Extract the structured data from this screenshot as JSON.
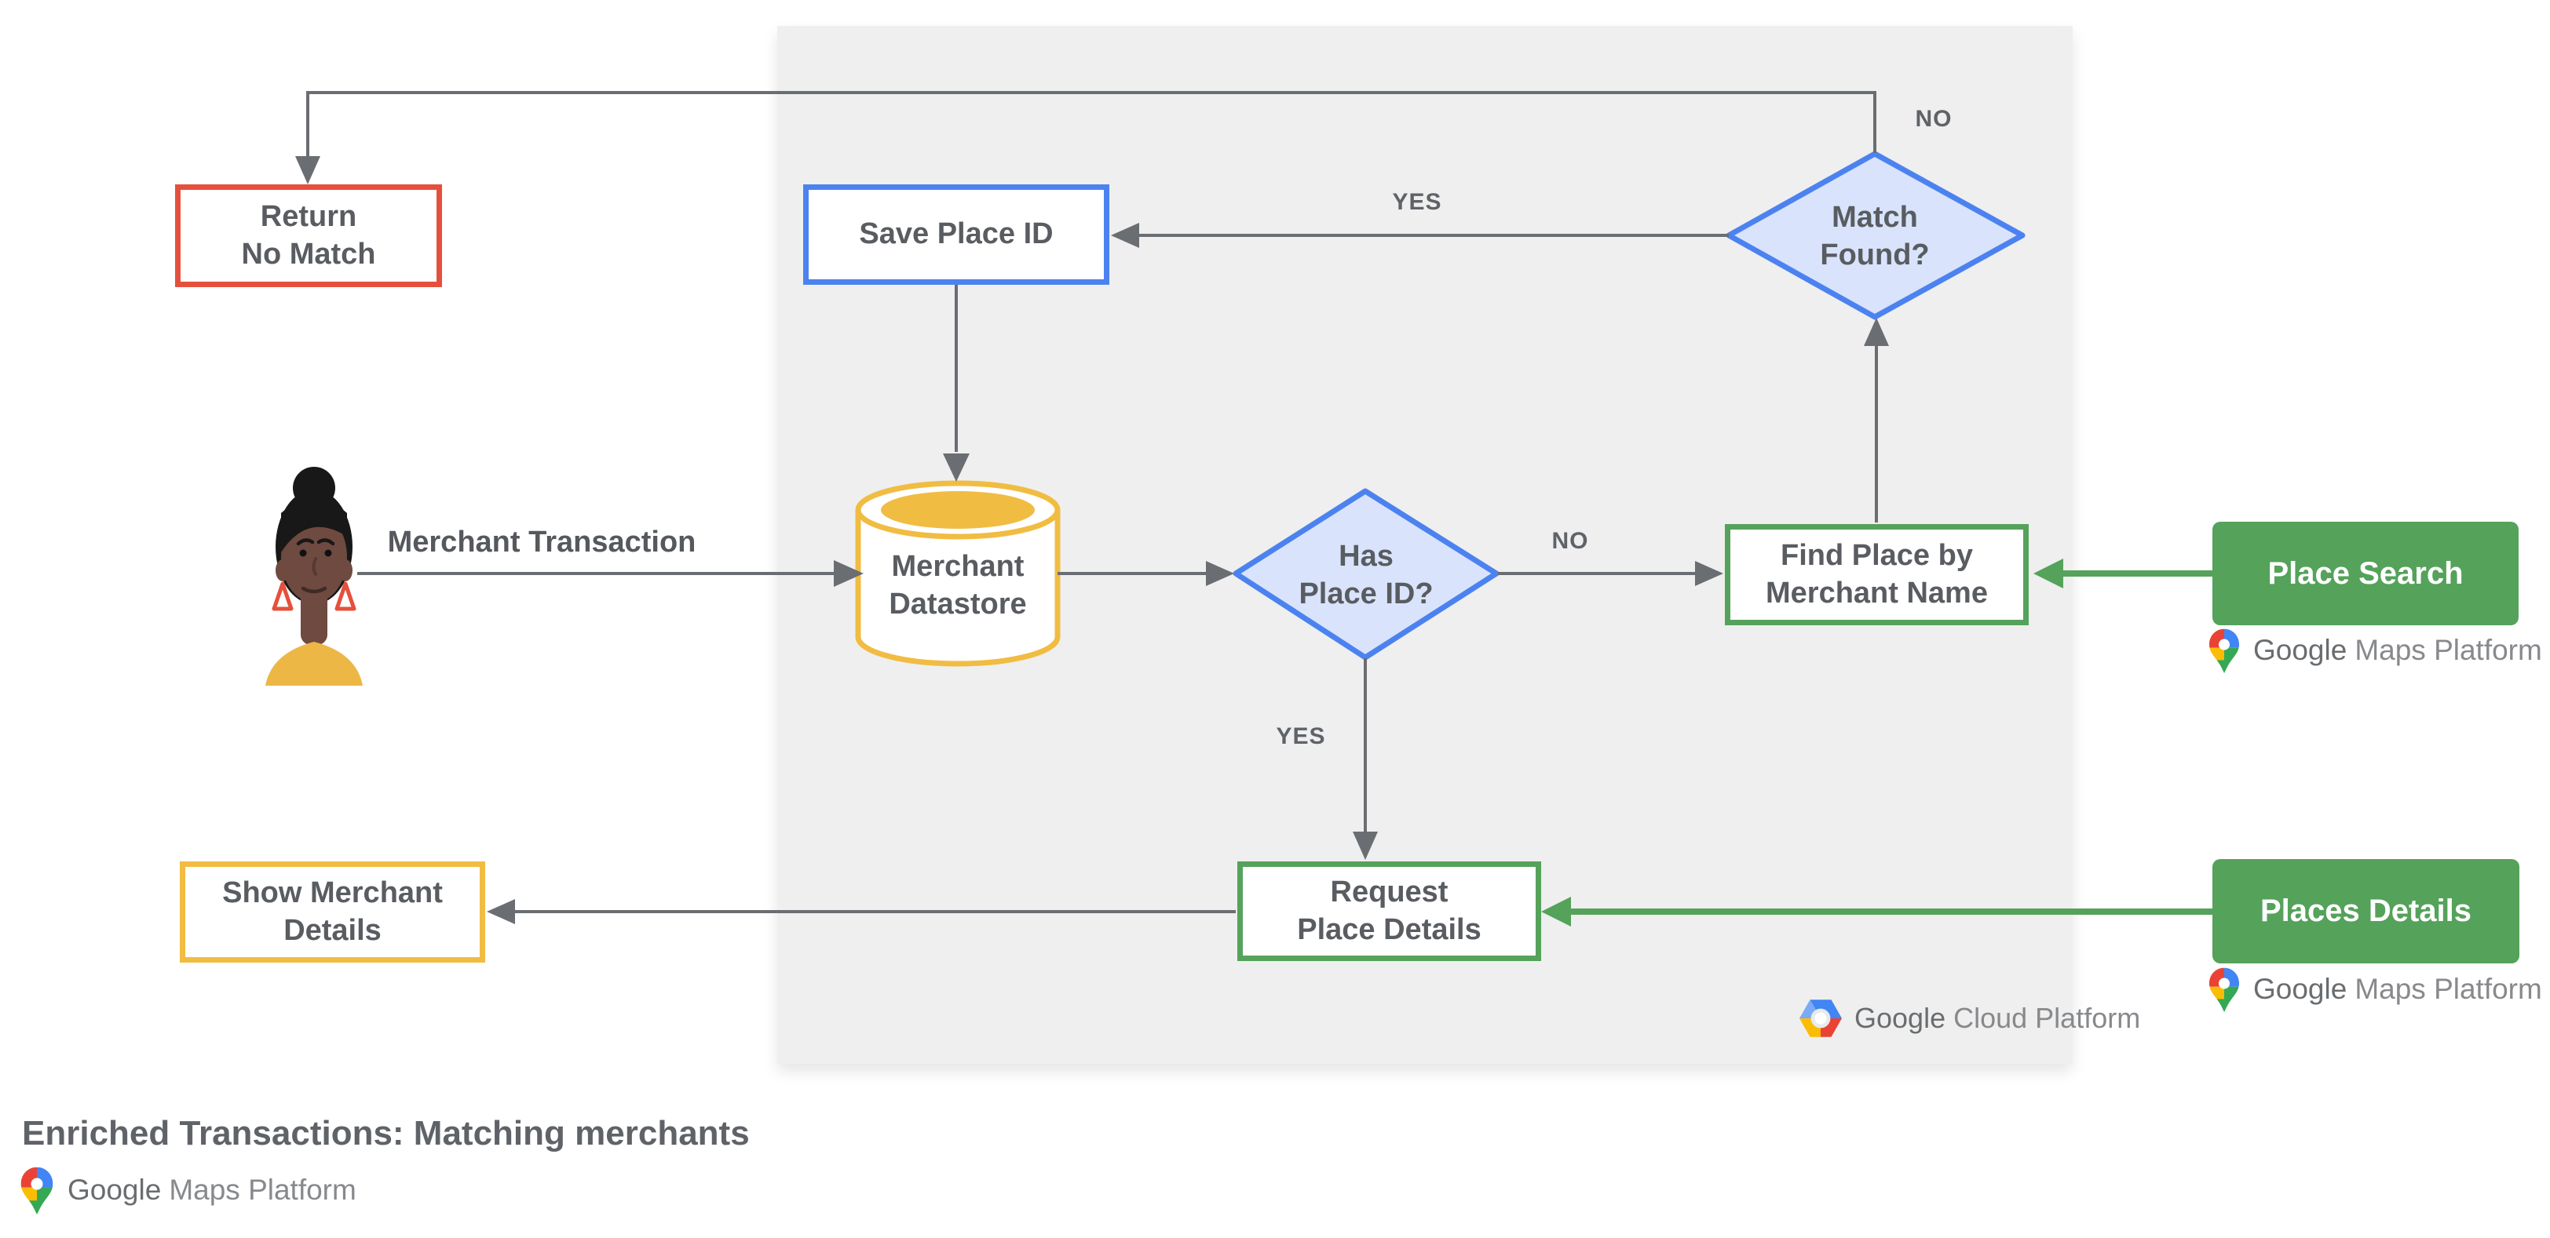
{
  "title": "Enriched Transactions: Matching merchants",
  "nodes": {
    "return_no_match": "Return\nNo Match",
    "save_place_id": "Save Place ID",
    "merchant_datastore": "Merchant\nDatastore",
    "has_place_id": "Has\nPlace ID?",
    "match_found": "Match\nFound?",
    "find_place_by_merchant_name": "Find Place by\nMerchant Name",
    "request_place_details": "Request\nPlace Details",
    "show_merchant_details": "Show Merchant\nDetails",
    "place_search": "Place Search",
    "places_details": "Places Details"
  },
  "edge_labels": {
    "yes_to_save_place_id": "YES",
    "no_to_return_no_match": "NO",
    "no_to_find_place": "NO",
    "yes_to_request_details": "YES",
    "merchant_transaction": "Merchant Transaction"
  },
  "logos": {
    "google_maps_platform": {
      "google": "Google",
      "rest": "Maps Platform"
    },
    "google_cloud_platform": {
      "google": "Google",
      "rest": "Cloud Platform"
    }
  },
  "colors": {
    "red": "#E5503C",
    "blue": "#4C82F0",
    "blue_fill": "#D9E3FB",
    "yellow": "#F1BC42",
    "green": "#55A25B",
    "gray_line": "#6A6D71",
    "text": "#5F6368",
    "panel": "#EEEFEE"
  }
}
